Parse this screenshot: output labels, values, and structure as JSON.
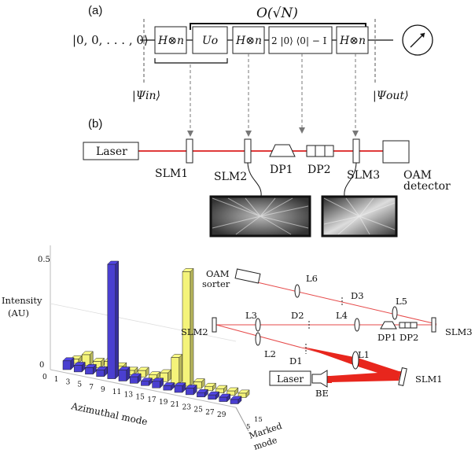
{
  "panel_a": {
    "label": "(a)",
    "repeat_label": "O(√N)",
    "input_state": "|0, 0, . . . , 0⟩",
    "gates": [
      "H⊗n",
      "Uo",
      "H⊗n",
      "2 |0⟩ ⟨0| − I",
      "H⊗n"
    ],
    "psi_in": "|Ψin⟩",
    "psi_out": "|Ψout⟩"
  },
  "panel_b": {
    "label": "(b)",
    "laser": "Laser",
    "slm1": "SLM1",
    "slm2": "SLM2",
    "dp1": "DP1",
    "dp2": "DP2",
    "slm3": "SLM3",
    "detector_line1": "OAM",
    "detector_line2": "detector"
  },
  "chart": {
    "ylabel_line1": "Intensity",
    "ylabel_line2": "(AU)",
    "xlabel": "Azimuthal mode",
    "zlabel_line1": "Marked",
    "zlabel_line2": "mode",
    "colors": {
      "series_5": "#4a3fd0",
      "series_15": "#f4f37a"
    }
  },
  "chart_data": {
    "type": "bar",
    "categories": [
      "0",
      "1",
      "3",
      "5",
      "7",
      "9",
      "11",
      "13",
      "15",
      "17",
      "19",
      "21",
      "23",
      "25",
      "27",
      "29"
    ],
    "yticks": [
      "0",
      "0.5"
    ],
    "ztick_labels": [
      "5",
      "15"
    ],
    "series": [
      {
        "name": "5",
        "values": [
          0.04,
          0.03,
          0.03,
          0.03,
          0.52,
          0.05,
          0.03,
          0.02,
          0.03,
          0.02,
          0.03,
          0.03,
          0.02,
          0.02,
          0.02,
          0.02
        ]
      },
      {
        "name": "15",
        "values": [
          0.02,
          0.05,
          0.03,
          0.04,
          0.03,
          0.02,
          0.03,
          0.02,
          0.04,
          0.12,
          0.52,
          0.03,
          0.02,
          0.02,
          0.02,
          0.02
        ]
      }
    ],
    "ylim": [
      0,
      0.6
    ]
  },
  "setup": {
    "oam_sorter_1": "OAM",
    "oam_sorter_2": "sorter",
    "L1": "L1",
    "L2": "L2",
    "L3": "L3",
    "L4": "L4",
    "L5": "L5",
    "L6": "L6",
    "D1": "D1",
    "D2": "D2",
    "D3": "D3",
    "slm1": "SLM1",
    "slm2": "SLM2",
    "slm3": "SLM3",
    "dp1": "DP1",
    "dp2": "DP2",
    "laser": "Laser",
    "be": "BE"
  }
}
